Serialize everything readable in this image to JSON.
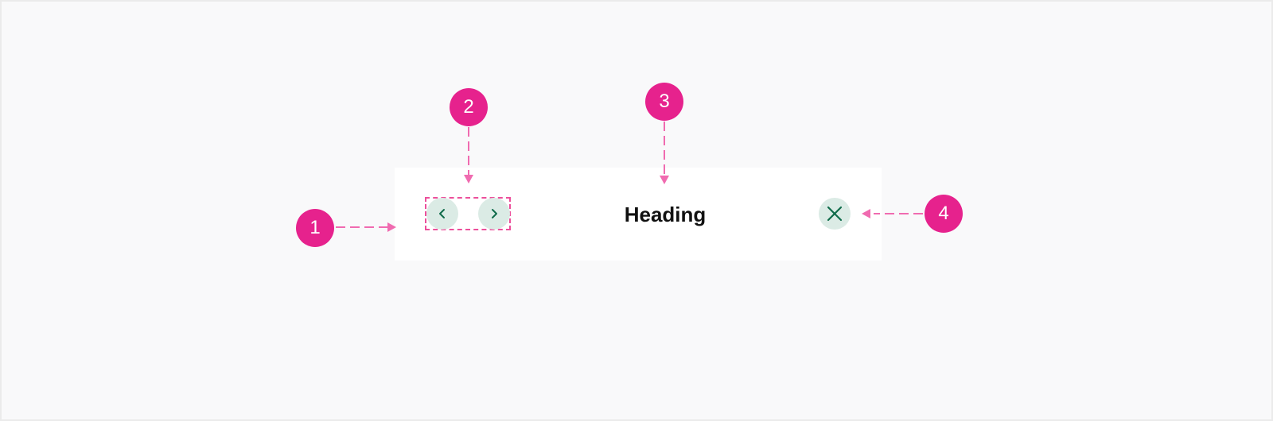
{
  "header": {
    "heading": "Heading",
    "prev_icon": "chevron-left-icon",
    "next_icon": "chevron-right-icon",
    "close_icon": "close-icon"
  },
  "callouts": [
    "1",
    "2",
    "3",
    "4"
  ],
  "colors": {
    "callout": "#e6228d",
    "arrow": "#f06bb0",
    "icon": "#0f6b4a",
    "icon_background": "#dbebe5",
    "header_background": "#ffffff",
    "canvas_background": "#f9f9fa"
  }
}
